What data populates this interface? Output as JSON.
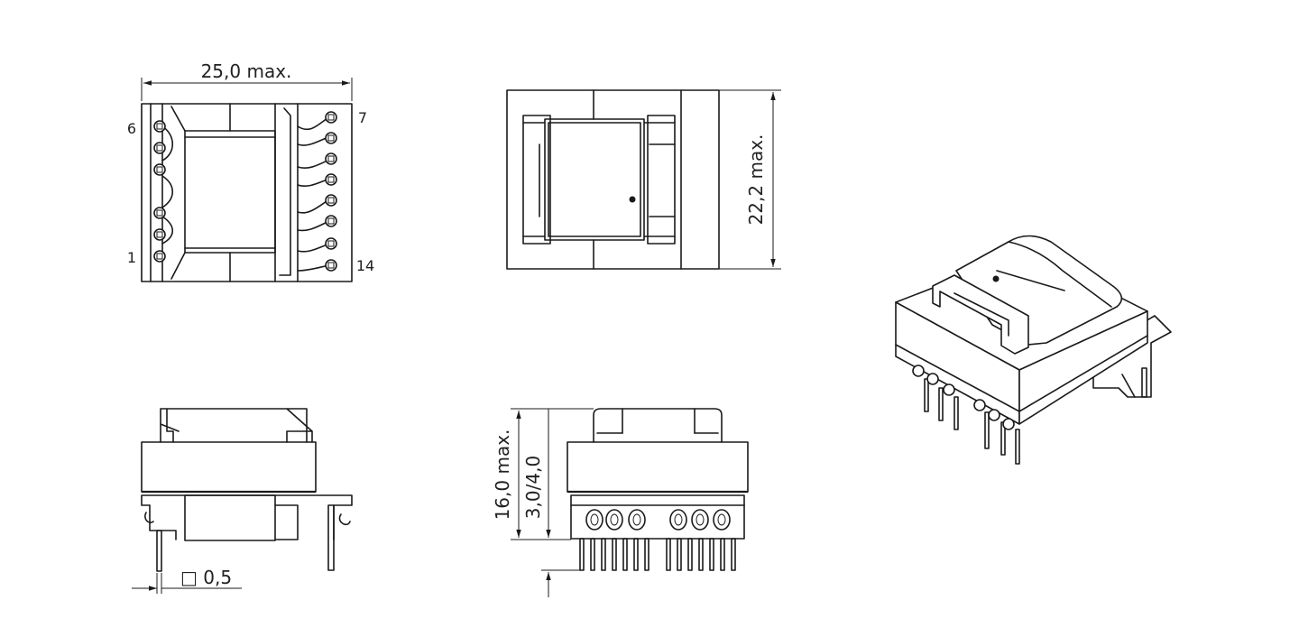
{
  "dimensions": {
    "width_max": "25,0  max.",
    "depth_max": "22,2  max.",
    "height_max": "16,0  max.",
    "standoff": "3,0/4,0",
    "pin_square": "□ 0,5"
  },
  "pins": {
    "top_left": "6",
    "top_right": "7",
    "bottom_left": "1",
    "bottom_right": "14"
  }
}
